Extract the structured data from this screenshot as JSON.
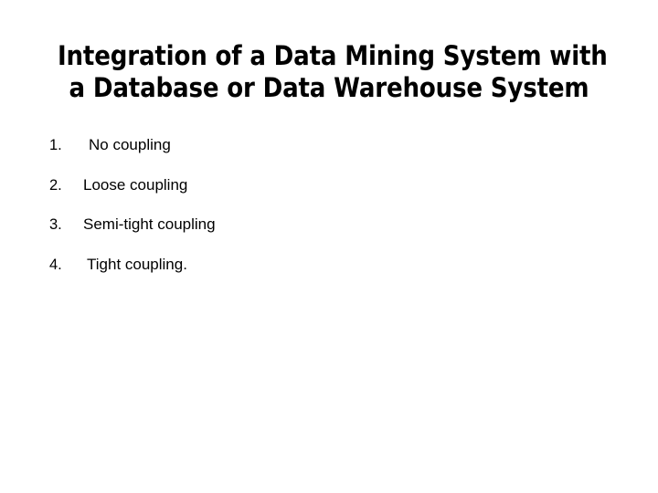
{
  "slide": {
    "background_color": "#ffffff",
    "text_color": "#000000",
    "title": {
      "line1": "Integration of a Data Mining System with",
      "line2": "a Database or Data Warehouse System"
    },
    "body": {
      "items": [
        {
          "number": "1.",
          "label": "No coupling"
        },
        {
          "number": "2.",
          "label": "Loose coupling"
        },
        {
          "number": "3.",
          "label": "Semi-tight coupling"
        },
        {
          "number": "4.",
          "label": "Tight coupling."
        }
      ]
    }
  }
}
